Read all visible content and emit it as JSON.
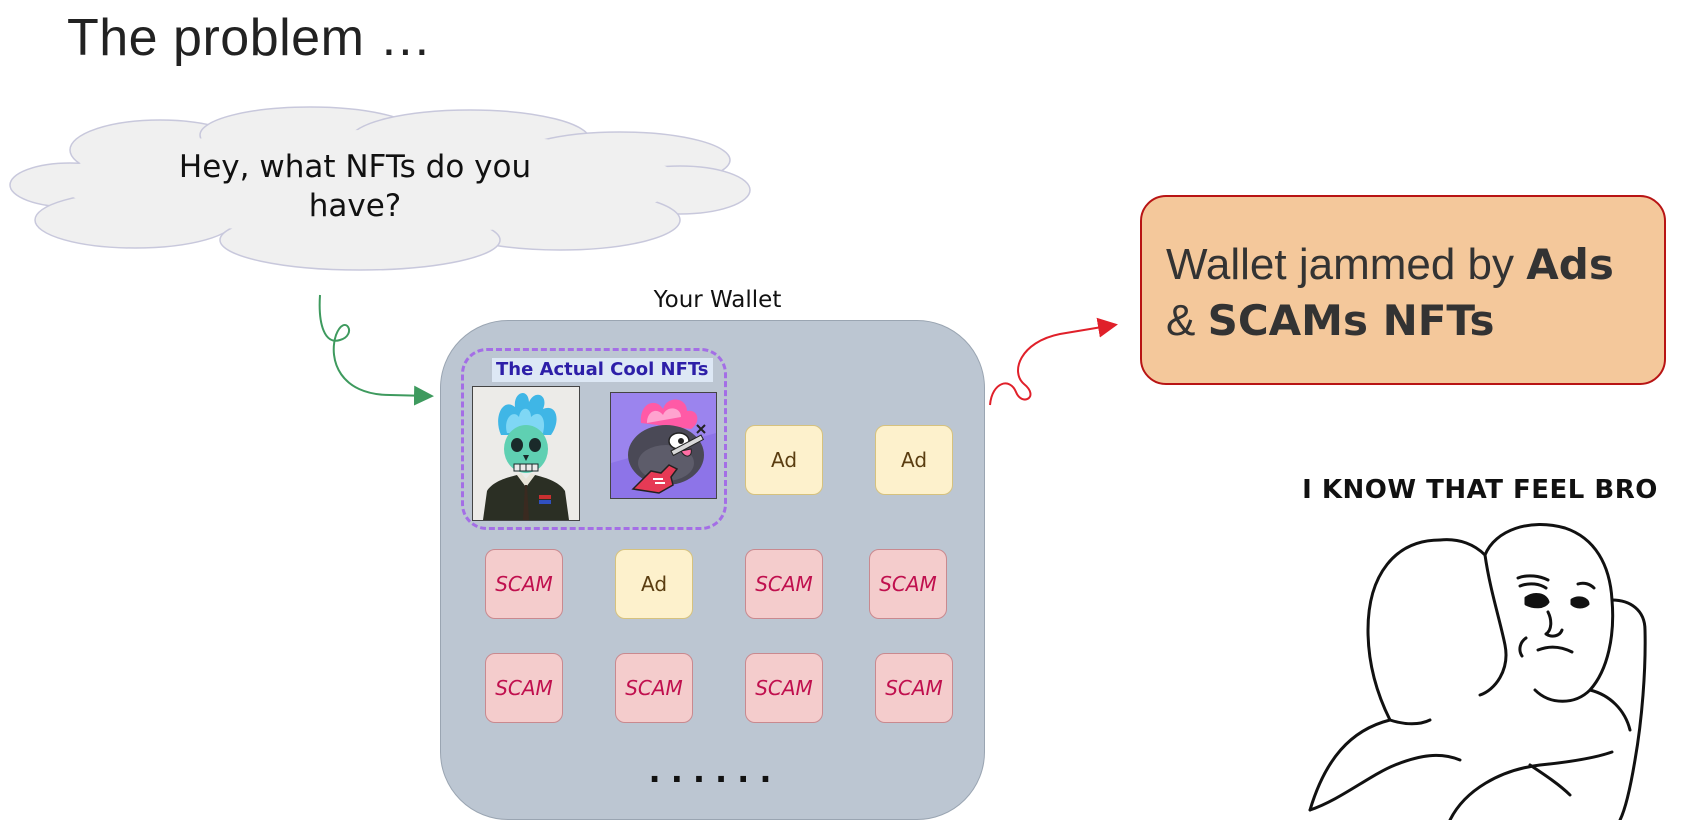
{
  "slide": {
    "title": "The problem …"
  },
  "cloud": {
    "text": "Hey, what NFTs do you have?"
  },
  "wallet": {
    "label": "Your Wallet",
    "cool_label": "The Actual Cool NFTs",
    "row1": [
      "Ad",
      "Ad"
    ],
    "row2": [
      "SCAM",
      "Ad",
      "SCAM",
      "SCAM"
    ],
    "row3": [
      "SCAM",
      "SCAM",
      "SCAM",
      "SCAM"
    ],
    "more": "......"
  },
  "callout": {
    "prefix": "Wallet jammed by ",
    "bold1": "Ads",
    "mid": "& ",
    "bold2": "SCAMs NFTs"
  },
  "meme": {
    "caption": "I KNOW THAT FEEL BRO"
  },
  "colors": {
    "wallet_bg": "#bcc6d2",
    "ad_tile": "#fdf1cc",
    "scam_tile": "#f4cccc",
    "callout_bg": "#f4c89b",
    "callout_border": "#b81414",
    "cool_frame": "#a46ee6",
    "green_arrow": "#3e9a5e",
    "red_arrow": "#e0202a"
  },
  "icons": [
    "thought-cloud",
    "skull-soldier-nft",
    "fish-guitar-nft",
    "hug-meme"
  ]
}
